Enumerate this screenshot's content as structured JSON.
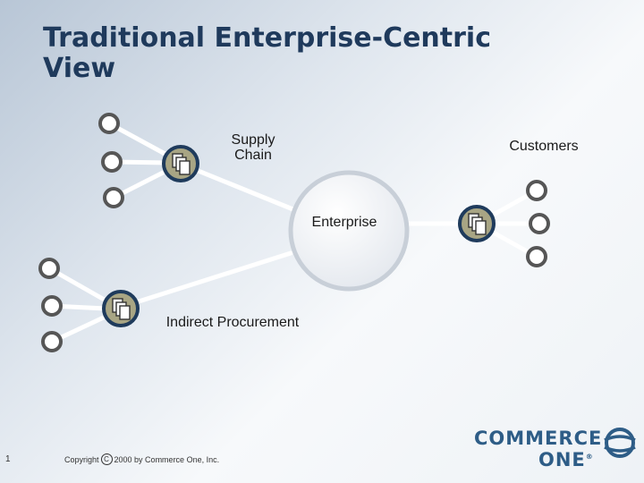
{
  "slide": {
    "title_line1": "Traditional Enterprise-Centric",
    "title_line2": "View"
  },
  "diagram": {
    "labels": {
      "supply_chain_line1": "Supply",
      "supply_chain_line2": "Chain",
      "customers": "Customers",
      "enterprise": "Enterprise",
      "indirect_procurement": "Indirect Procurement"
    },
    "icon": "document-stack-icon",
    "colors": {
      "hub_fill": "#a8a584",
      "hub_ring": "#1f3b5c",
      "node_fill": "#ffffff",
      "node_ring": "#565656",
      "connector": "#ffffff"
    }
  },
  "footer": {
    "page_number": "1",
    "copyright_prefix": "Copyright",
    "copyright_symbol": "C",
    "copyright_suffix": "2000 by Commerce One, Inc."
  },
  "logo": {
    "line1": "COMMERCE",
    "line2": "ONE",
    "registered": "®",
    "brand_color": "#2e5d87"
  }
}
